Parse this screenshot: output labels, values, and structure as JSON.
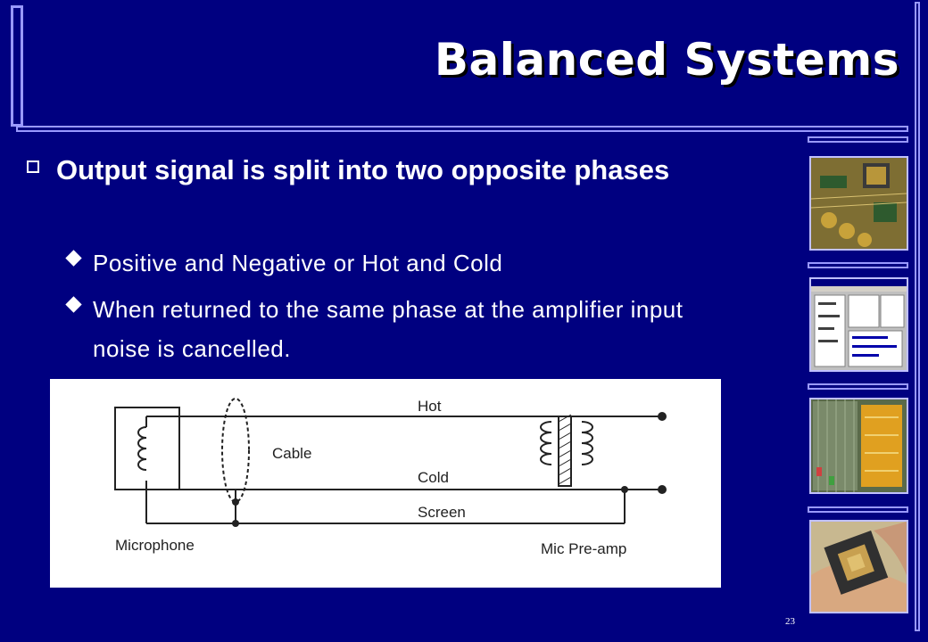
{
  "slide": {
    "title": "Balanced Systems",
    "bullet": "Output signal is split into two opposite phases",
    "sub_bullets": [
      "Positive and Negative or Hot and Cold",
      "When returned to the same phase at the amplifier input noise is cancelled."
    ],
    "page_number": "23"
  },
  "diagram": {
    "labels": {
      "hot": "Hot",
      "cable": "Cable",
      "cold": "Cold",
      "screen": "Screen",
      "microphone": "Microphone",
      "preamp": "Mic Pre-amp"
    }
  },
  "thumbnails": [
    {
      "name": "circuit-board-photo"
    },
    {
      "name": "software-window-screenshot"
    },
    {
      "name": "chip-layout-photo"
    },
    {
      "name": "processor-in-hand-photo"
    }
  ],
  "colors": {
    "background": "#000080",
    "accent": "#9999ff",
    "text": "#ffffff"
  }
}
